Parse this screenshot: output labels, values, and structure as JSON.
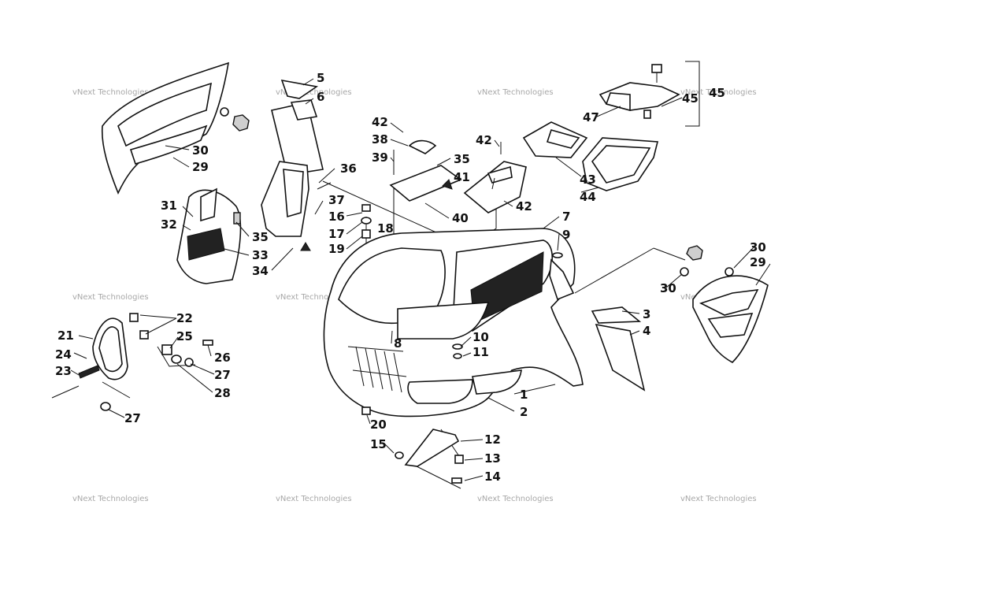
{
  "watermark": "vNext Technologies",
  "callouts": {
    "p1": "1",
    "p2": "2",
    "p3": "3",
    "p4": "4",
    "p5": "5",
    "p6": "6",
    "p7": "7",
    "p8": "8",
    "p9": "9",
    "p10": "10",
    "p11": "11",
    "p12": "12",
    "p13": "13",
    "p14": "14",
    "p15": "15",
    "p16": "16",
    "p17": "17",
    "p18": "18",
    "p19": "19",
    "p20": "20",
    "p21": "21",
    "p22": "22",
    "p23": "23",
    "p24": "24",
    "p25": "25",
    "p26": "26",
    "p27a": "27",
    "p27b": "27",
    "p28": "28",
    "p29a": "29",
    "p29b": "29",
    "p30a": "30",
    "p30b": "30",
    "p30c": "30",
    "p31": "31",
    "p32": "32",
    "p33": "33",
    "p34": "34",
    "p35a": "35",
    "p35b": "35",
    "p36": "36",
    "p37": "37",
    "p38": "38",
    "p39": "39",
    "p40": "40",
    "p41": "41",
    "p42a": "42",
    "p42b": "42",
    "p42c": "42",
    "p43": "43",
    "p44": "44",
    "p45a": "45",
    "p45b": "45",
    "p47": "47"
  }
}
